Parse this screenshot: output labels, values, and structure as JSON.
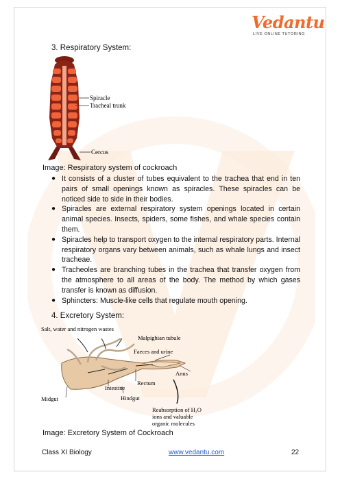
{
  "logo": {
    "wordmark": "Vedantu",
    "tagline": "LIVE ONLINE TUTORING"
  },
  "section3": {
    "heading": "3.  Respiratory System:",
    "figure_labels": {
      "spiracle": "Spiracle",
      "tracheal_trunk": "Tracheal trunk",
      "cercus": "Cercus"
    },
    "caption": "Image: Respiratory system of cockroach",
    "bullets": [
      "It consists of a cluster of tubes equivalent to the trachea that end in ten pairs of small openings known as spiracles. These spiracles can be noticed side to side in their bodies.",
      "Spiracles are external respiratory system openings located in certain animal species.  Insects, spiders, some fishes, and whale species contain them.",
      "Spiracles help to transport oxygen to the internal respiratory parts. Internal respiratory organs vary between animals, such as whale lungs and insect tracheae.",
      "Tracheoles are branching tubes in the trachea that transfer oxygen from the atmosphere to all areas of the body. The method by which gases transfer is known as diffusion.",
      "Sphincters: Muscle-like cells that regulate mouth opening."
    ]
  },
  "section4": {
    "heading": "4.  Excretory System:",
    "figure_labels": {
      "salt_water": "Salt, water and nitrogen wastes",
      "malpighian": "Malpighian tubule",
      "faeces": "Faeces and urine",
      "anus": "Anus",
      "rectum": "Rectum",
      "intestine": "Intestine",
      "midgut": "Midgut",
      "hindgut": "Hindgut",
      "reabsorption_1": "Reabsorption of H₂O",
      "reabsorption_2": "ions and valuable",
      "reabsorption_3": "organic molecules"
    },
    "caption": "Image: Excretory System of Cockroach"
  },
  "footer": {
    "left": "Class XI Biology",
    "link": "www.vedantu.com",
    "page": "22"
  }
}
